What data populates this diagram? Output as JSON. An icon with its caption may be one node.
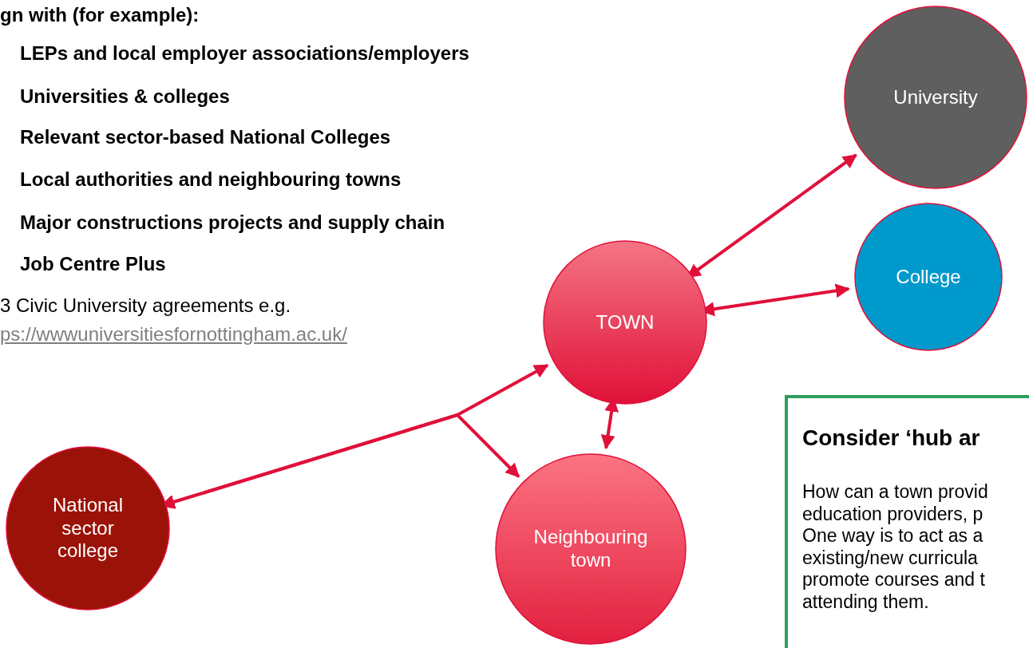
{
  "diagram": {
    "nodes": [
      {
        "text": [
          "University"
        ]
      },
      {
        "text": [
          "College"
        ]
      },
      {
        "text": [
          "TOWN"
        ]
      },
      {
        "text": [
          "National sector college"
        ]
      },
      {
        "text": [
          "Neighbouring town"
        ]
      },
      {
        "text": [
          "Consider ‘hub ar",
          "How can a town provid education providers, p One way is to act as a existing/new curricula promote courses and t attending them."
        ]
      }
    ],
    "edges": [
      {
        "from": 2,
        "to": 0,
        "arrow": "both"
      },
      {
        "from": 2,
        "to": 1,
        "arrow": "both"
      },
      {
        "from": 2,
        "to": 4,
        "arrow": "both"
      },
      {
        "from": 3,
        "to": 2,
        "arrow": "both"
      },
      {
        "from": 3,
        "to": 4,
        "arrow": "both"
      }
    ],
    "labels": [
      "gn with (for example):",
      "LEPs and local employer associations/employers",
      "Universities & colleges",
      "Relevant sector-based National Colleges",
      "Local authorities and neighbouring towns",
      "Major constructions projects and supply chain",
      "Job Centre Plus",
      "3 Civic University agreements e.g.",
      "ps://wwwuniversitiesfornottingham.ac.uk/"
    ]
  }
}
